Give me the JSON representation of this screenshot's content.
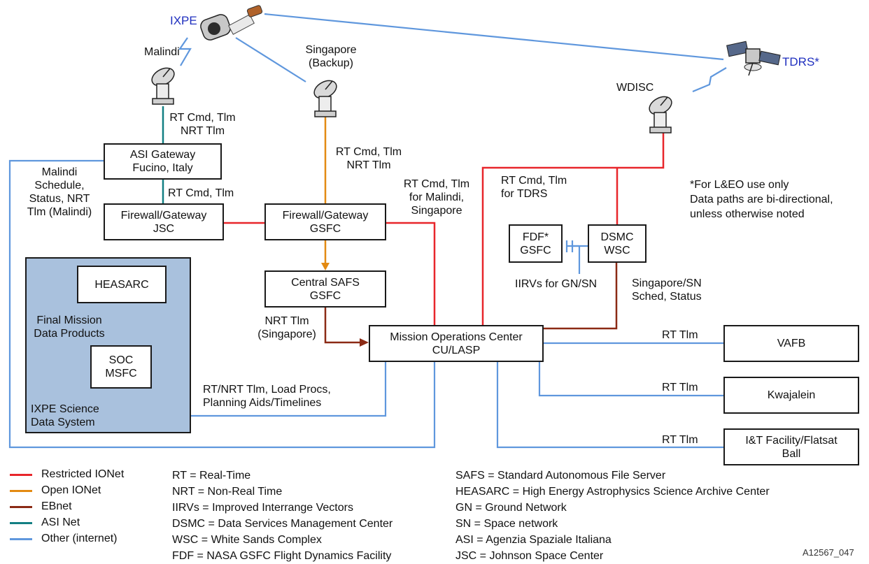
{
  "nodes": {
    "ixpe": "IXPE",
    "tdrs": "TDRS*",
    "malindi": "Malindi",
    "singapore": [
      "Singapore",
      "(Backup)"
    ],
    "wdisc": "WDISC",
    "asi_gateway": [
      "ASI Gateway",
      "Fucino, Italy"
    ],
    "fw_jsc": [
      "Firewall/Gateway",
      "JSC"
    ],
    "fw_gsfc": [
      "Firewall/Gateway",
      "GSFC"
    ],
    "central_safs": [
      "Central SAFS",
      "GSFC"
    ],
    "fdf": [
      "FDF*",
      "GSFC"
    ],
    "dsmc": [
      "DSMC",
      "WSC"
    ],
    "moc": [
      "Mission Operations Center",
      "CU/LASP"
    ],
    "vafb": "VAFB",
    "kwajalein": "Kwajalein",
    "it_facility": [
      "I&T Facility/Flatsat",
      "Ball"
    ],
    "heasarc": "HEASARC",
    "soc": [
      "SOC",
      "MSFC"
    ],
    "science_system": [
      "IXPE Science",
      "Data System"
    ]
  },
  "links": {
    "malindi_asi": [
      "RT Cmd, Tlm",
      "NRT Tlm"
    ],
    "singapore_fw": [
      "RT Cmd, Tlm",
      "NRT Tlm"
    ],
    "asi_fw": "RT Cmd, Tlm",
    "malindi_schedule": [
      "Malindi",
      "Schedule,",
      "Status, NRT",
      "Tlm (Malindi)"
    ],
    "fw_moc": [
      "RT Cmd, Tlm",
      "for Malindi,",
      "Singapore"
    ],
    "tdrs_moc": [
      "RT Cmd, Tlm",
      "for TDRS"
    ],
    "iirvs": "IIRVs for GN/SN",
    "sched_status": [
      "Singapore/SN",
      "Sched, Status"
    ],
    "nrt_singapore": [
      "NRT Tlm",
      "(Singapore)"
    ],
    "final_products": [
      "Final Mission",
      "Data Products"
    ],
    "moc_soc": [
      "RT/NRT Tlm, Load Procs,",
      "Planning Aids/Timelines"
    ],
    "rt_tlm_vafb": "RT Tlm",
    "rt_tlm_kwaj": "RT Tlm",
    "rt_tlm_it": "RT Tlm"
  },
  "notes": [
    "*For L&EO use only",
    "Data paths are bi-directional,",
    "unless otherwise noted"
  ],
  "legend": [
    {
      "label": "Restricted IONet",
      "color": "#e8262b"
    },
    {
      "label": "Open IONet",
      "color": "#e38a12"
    },
    {
      "label": "EBnet",
      "color": "#8b2a15"
    },
    {
      "label": "ASI Net",
      "color": "#137f83"
    },
    {
      "label": "Other (internet)",
      "color": "#5f97dd"
    }
  ],
  "abbreviations_col1": [
    "RT = Real-Time",
    "NRT = Non-Real Time",
    "IIRVs = Improved Interrange Vectors",
    "DSMC = Data Services Management Center",
    "WSC = White Sands Complex",
    "FDF = NASA GSFC Flight Dynamics Facility"
  ],
  "abbreviations_col2": [
    "SAFS = Standard Autonomous File Server",
    "HEASARC = High Energy Astrophysics Science Archive Center",
    "GN = Ground Network",
    "SN = Space network",
    "ASI = Agenzia Spaziale Italiana",
    "JSC = Johnson Space Center"
  ],
  "figure_id": "A12567_047",
  "colors": {
    "restricted": "#e8262b",
    "open": "#e38a12",
    "ebnet": "#8b2a15",
    "asi": "#137f83",
    "internet": "#5f97dd",
    "panel": "#a9c1dd",
    "satellite_label": "#1f2fbf"
  }
}
